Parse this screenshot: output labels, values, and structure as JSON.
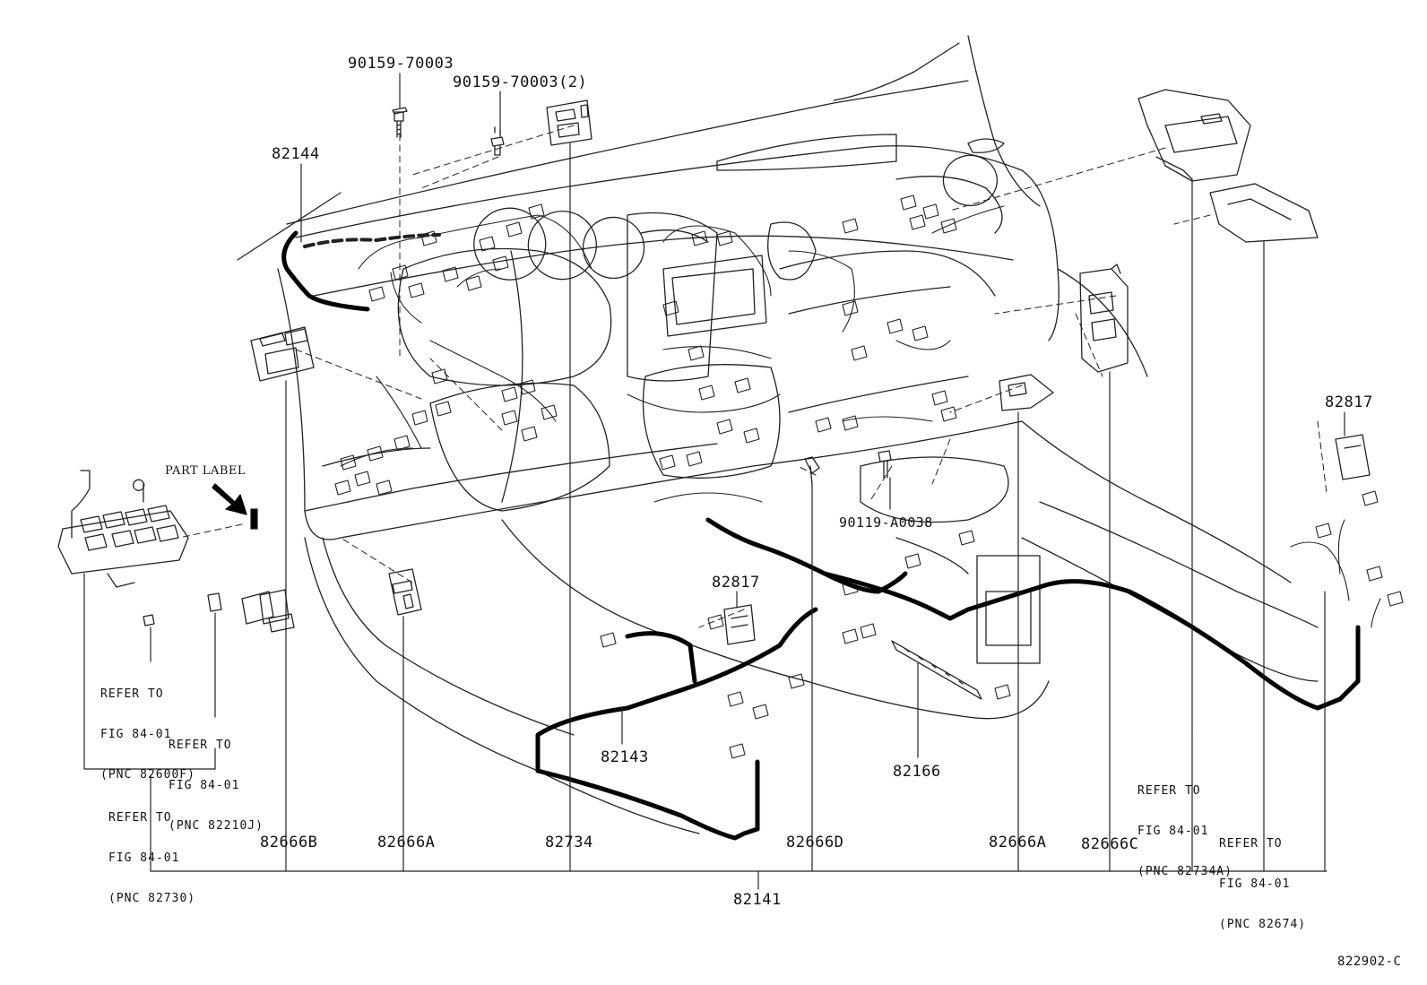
{
  "diagram": {
    "part_labels": {
      "p90159_top": "90159-70003",
      "p90159_2": "90159-70003(2)",
      "p82144": "82144",
      "p82817_right": "82817",
      "p82817_center": "82817",
      "p90119": "90119-A0038",
      "p82143": "82143",
      "p82166": "82166",
      "p82666B": "82666B",
      "p82666A_left": "82666A",
      "p82734": "82734",
      "p82666D": "82666D",
      "p82666A_right": "82666A",
      "p82666C": "82666C",
      "p82141": "82141",
      "part_label_note": "PART LABEL",
      "drawing_code": "822902-C"
    },
    "references": [
      {
        "id": "ref-82600f",
        "line1": "REFER TO",
        "line2": "FIG 84-01",
        "line3": "(PNC 82600F)"
      },
      {
        "id": "ref-82210j",
        "line1": "REFER TO",
        "line2": "FIG 84-01",
        "line3": "(PNC 82210J)"
      },
      {
        "id": "ref-82730",
        "line1": "REFER TO",
        "line2": "FIG 84-01",
        "line3": "(PNC 82730)"
      },
      {
        "id": "ref-82734a",
        "line1": "REFER TO",
        "line2": "FIG 84-01",
        "line3": "(PNC 82734A)"
      },
      {
        "id": "ref-82674",
        "line1": "REFER TO",
        "line2": "FIG 84-01",
        "line3": "(PNC 82674)"
      }
    ]
  }
}
